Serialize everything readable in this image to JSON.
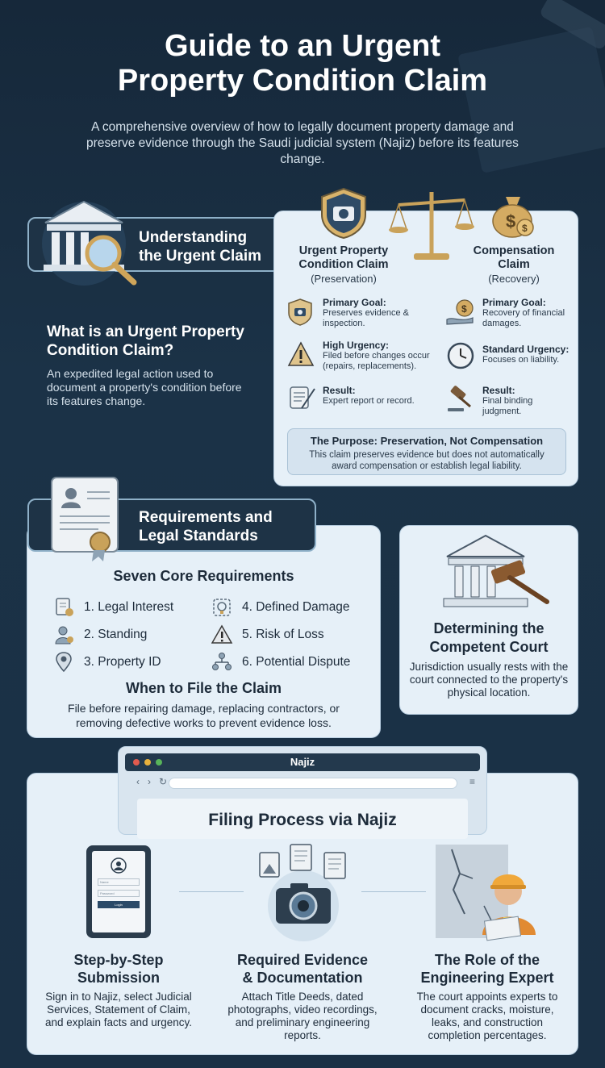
{
  "header": {
    "title_line1": "Guide to an Urgent",
    "title_line2": "Property Condition Claim",
    "subtitle": "A comprehensive overview of how to legally document property damage and preserve evidence through the Saudi judicial system (Najiz) before its features change."
  },
  "understanding": {
    "banner_line1": "Understanding",
    "banner_line2": "the Urgent Claim",
    "what_title": "What is an Urgent Property Condition Claim?",
    "what_desc": "An expedited legal action used to document a property's condition before its features change."
  },
  "comparison": {
    "left": {
      "title_line1": "Urgent Property",
      "title_line2": "Condition Claim",
      "subtitle": "(Preservation)",
      "rows": [
        {
          "heading": "Primary Goal:",
          "text": "Preserves evidence & inspection."
        },
        {
          "heading": "High Urgency:",
          "text": "Filed before changes occur (repairs, replacements)."
        },
        {
          "heading": "Result:",
          "text": "Expert report or record."
        }
      ]
    },
    "right": {
      "title_line1": "Compensation",
      "title_line2": "Claim",
      "subtitle": "(Recovery)",
      "rows": [
        {
          "heading": "Primary Goal:",
          "text": "Recovery of financial damages."
        },
        {
          "heading": "Standard Urgency:",
          "text": "Focuses on liability."
        },
        {
          "heading": "Result:",
          "text": "Final binding judgment."
        }
      ]
    },
    "purpose_heading": "The Purpose: Preservation, Not Compensation",
    "purpose_text": "This claim preserves evidence but does not automatically award compensation or establish legal liability."
  },
  "requirements": {
    "banner_line1": "Requirements and",
    "banner_line2": "Legal Standards",
    "core_title": "Seven Core Requirements",
    "items": [
      {
        "label": "1. Legal Interest",
        "icon": "document-icon"
      },
      {
        "label": "4. Defined Damage",
        "icon": "damage-icon"
      },
      {
        "label": "2. Standing",
        "icon": "person-icon"
      },
      {
        "label": "5. Risk of Loss",
        "icon": "warning-icon"
      },
      {
        "label": "3. Property ID",
        "icon": "location-pin-icon"
      },
      {
        "label": "6. Potential Dispute",
        "icon": "people-network-icon"
      }
    ],
    "when_title": "When to File the Claim",
    "when_text": "File before repairing damage, replacing contractors, or removing defective works to prevent evidence loss."
  },
  "court": {
    "title_line1": "Determining the",
    "title_line2": "Competent Court",
    "text": "Jurisdiction usually rests with the court connected to the property's physical location."
  },
  "filing": {
    "browser_name": "Najiz",
    "title": "Filing Process via Najiz",
    "tablet": {
      "field1": "Name",
      "field2": "Password",
      "button": "Login"
    },
    "steps": [
      {
        "title_line1": "Step-by-Step",
        "title_line2": "Submission",
        "text": "Sign in to Najiz, select Judicial Services, Statement of Claim, and explain facts and urgency."
      },
      {
        "title_line1": "Required Evidence",
        "title_line2": "& Documentation",
        "text": "Attach Title Deeds, dated photographs, video recordings, and preliminary engineering reports."
      },
      {
        "title_line1": "The Role of the",
        "title_line2": "Engineering Expert",
        "text": "The court appoints experts to document cracks, moisture, leaks, and construction completion percentages."
      }
    ]
  },
  "colors": {
    "background": "#1a3045",
    "card": "#e6f0f8",
    "banner": "#1e3346",
    "accent_gold": "#c9a25a"
  }
}
